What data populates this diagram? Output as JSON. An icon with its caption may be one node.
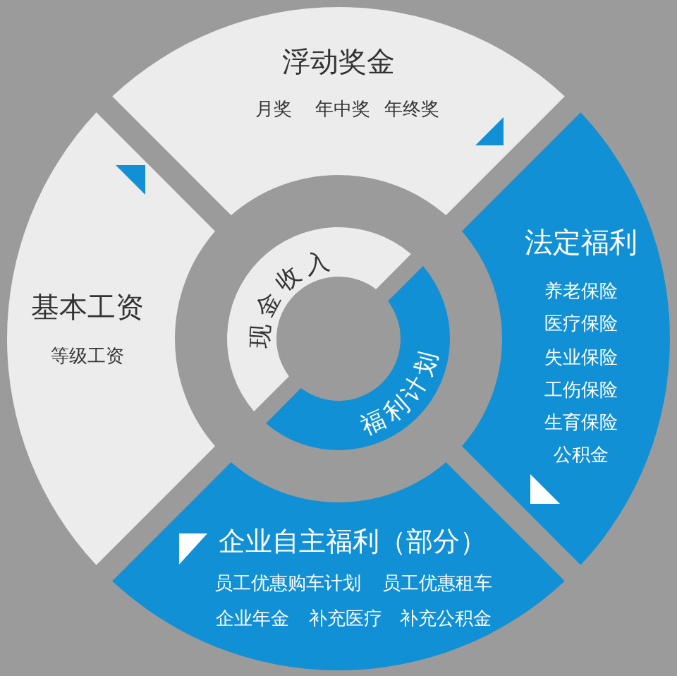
{
  "diagram": {
    "nodes": [
      {
        "text": [
          "浮动奖金",
          "月奖",
          "年中奖",
          "年终奖"
        ]
      },
      {
        "text": [
          "法定福利",
          "养老保险",
          "医疗保险",
          "失业保险",
          "工伤保险",
          "生育保险",
          "公积金"
        ]
      },
      {
        "text": [
          "企业自主福利（部分）",
          "员工优惠购车计划",
          "员工优惠租车",
          "企业年金",
          "补充医疗",
          "补充公积金"
        ]
      },
      {
        "text": [
          "基本工资",
          "等级工资"
        ]
      },
      {
        "text": [
          "现金收入"
        ]
      },
      {
        "text": [
          "福利计划"
        ]
      }
    ]
  }
}
